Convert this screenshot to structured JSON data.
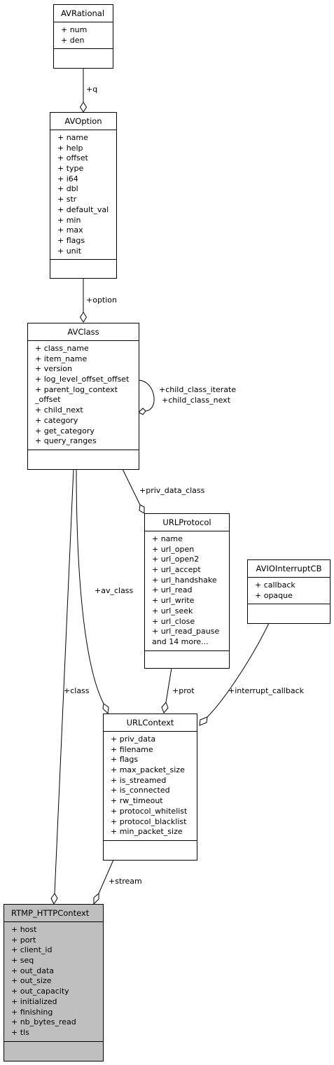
{
  "nodes": {
    "avrational": {
      "name": "AVRational",
      "members": [
        "+ num",
        "+ den"
      ]
    },
    "avoption": {
      "name": "AVOption",
      "members": [
        "+ name",
        "+ help",
        "+ offset",
        "+ type",
        "+ i64",
        "+ dbl",
        "+ str",
        "+ default_val",
        "+ min",
        "+ max",
        "+ flags",
        "+ unit"
      ]
    },
    "avclass": {
      "name": "AVClass",
      "members": [
        "+ class_name",
        "+ item_name",
        "+ version",
        "+ log_level_offset_offset",
        "+ parent_log_context",
        "_offset",
        "+ child_next",
        "+ category",
        "+ get_category",
        "+ query_ranges"
      ]
    },
    "urlprotocol": {
      "name": "URLProtocol",
      "members": [
        "+ name",
        "+ url_open",
        "+ url_open2",
        "+ url_accept",
        "+ url_handshake",
        "+ url_read",
        "+ url_write",
        "+ url_seek",
        "+ url_close",
        "+ url_read_pause",
        "and 14 more..."
      ]
    },
    "aviointerruptcb": {
      "name": "AVIOInterruptCB",
      "members": [
        "+ callback",
        "+ opaque"
      ]
    },
    "urlcontext": {
      "name": "URLContext",
      "members": [
        "+ priv_data",
        "+ filename",
        "+ flags",
        "+ max_packet_size",
        "+ is_streamed",
        "+ is_connected",
        "+ rw_timeout",
        "+ protocol_whitelist",
        "+ protocol_blacklist",
        "+ min_packet_size"
      ]
    },
    "rtmp_httpcontext": {
      "name": "RTMP_HTTPContext",
      "members": [
        "+ host",
        "+ port",
        "+ client_id",
        "+ seq",
        "+ out_data",
        "+ out_size",
        "+ out_capacity",
        "+ initialized",
        "+ finishing",
        "+ nb_bytes_read",
        "+ tls"
      ]
    }
  },
  "edges": {
    "q": "+q",
    "option": "+option",
    "child_class_iterate": "+child_class_iterate",
    "child_class_next": "+child_class_next",
    "priv_data_class": "+priv_data_class",
    "av_class": "+av_class",
    "class": "+class",
    "prot": "+prot",
    "interrupt_callback": "+interrupt_callback",
    "stream": "+stream"
  }
}
